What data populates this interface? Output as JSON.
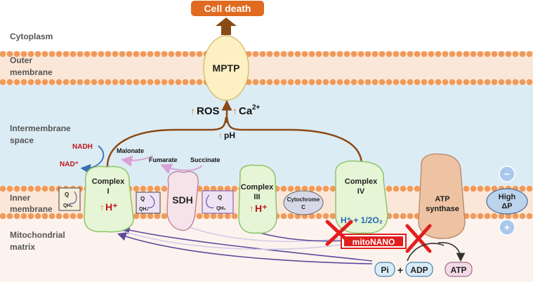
{
  "regions": {
    "cytoplasm": "Cytoplasm",
    "outer_membrane": [
      "Outer",
      "membrane"
    ],
    "intermembrane_space": [
      "Intermembrane",
      "space"
    ],
    "inner_membrane": [
      "Inner",
      "membrane"
    ],
    "matrix": [
      "Mitochondrial",
      "matrix"
    ]
  },
  "cell_death": "Cell death",
  "mptp": "MPTP",
  "ros_label": "ROS",
  "ca_label": "Ca",
  "ca_charge": "2+",
  "ph_label": "pH",
  "up_arrow": "↑",
  "nadh": "NADH",
  "nad_plus": "NAD⁺",
  "malonate": "Malonate",
  "fumarate": "Fumarate",
  "succinate": "Succinate",
  "complex_i": [
    "Complex",
    "I"
  ],
  "complex_iii": [
    "Complex",
    "III"
  ],
  "complex_iv": [
    "Complex",
    "IV"
  ],
  "h_plus": "H⁺",
  "sdh": "SDH",
  "q_label": "Q",
  "qh2_label": "QH₂",
  "cytochrome_c": [
    "Cytochrome",
    "C"
  ],
  "water_reaction": "H⁺ + 1/2O₂",
  "atp_synthase": [
    "ATP",
    "synthase"
  ],
  "mitonano": "mitoNANO",
  "pi": "Pi",
  "plus": "+",
  "adp": "ADP",
  "atp": "ATP",
  "minus_sign": "−",
  "high_dp": [
    "High",
    "ΔP"
  ],
  "colors": {
    "cell_death_box": "#e06a1f",
    "brown_arrow": "#8a4a16",
    "membrane_bead": "#f09a5a",
    "intermembrane": "#dcecf4",
    "matrix": "#fdf3ee",
    "mptp_fill": "#fdf0c2",
    "complex_fill": "#e6f5d6",
    "sdh_fill": "#f6e3ea",
    "atp_synthase_fill": "#edc3a3",
    "mitonano_red": "#e11f1f",
    "h_plus_red": "#c0141c",
    "purple_arrow": "#5b4a9c",
    "high_dp_fill": "#bcd3ec"
  }
}
